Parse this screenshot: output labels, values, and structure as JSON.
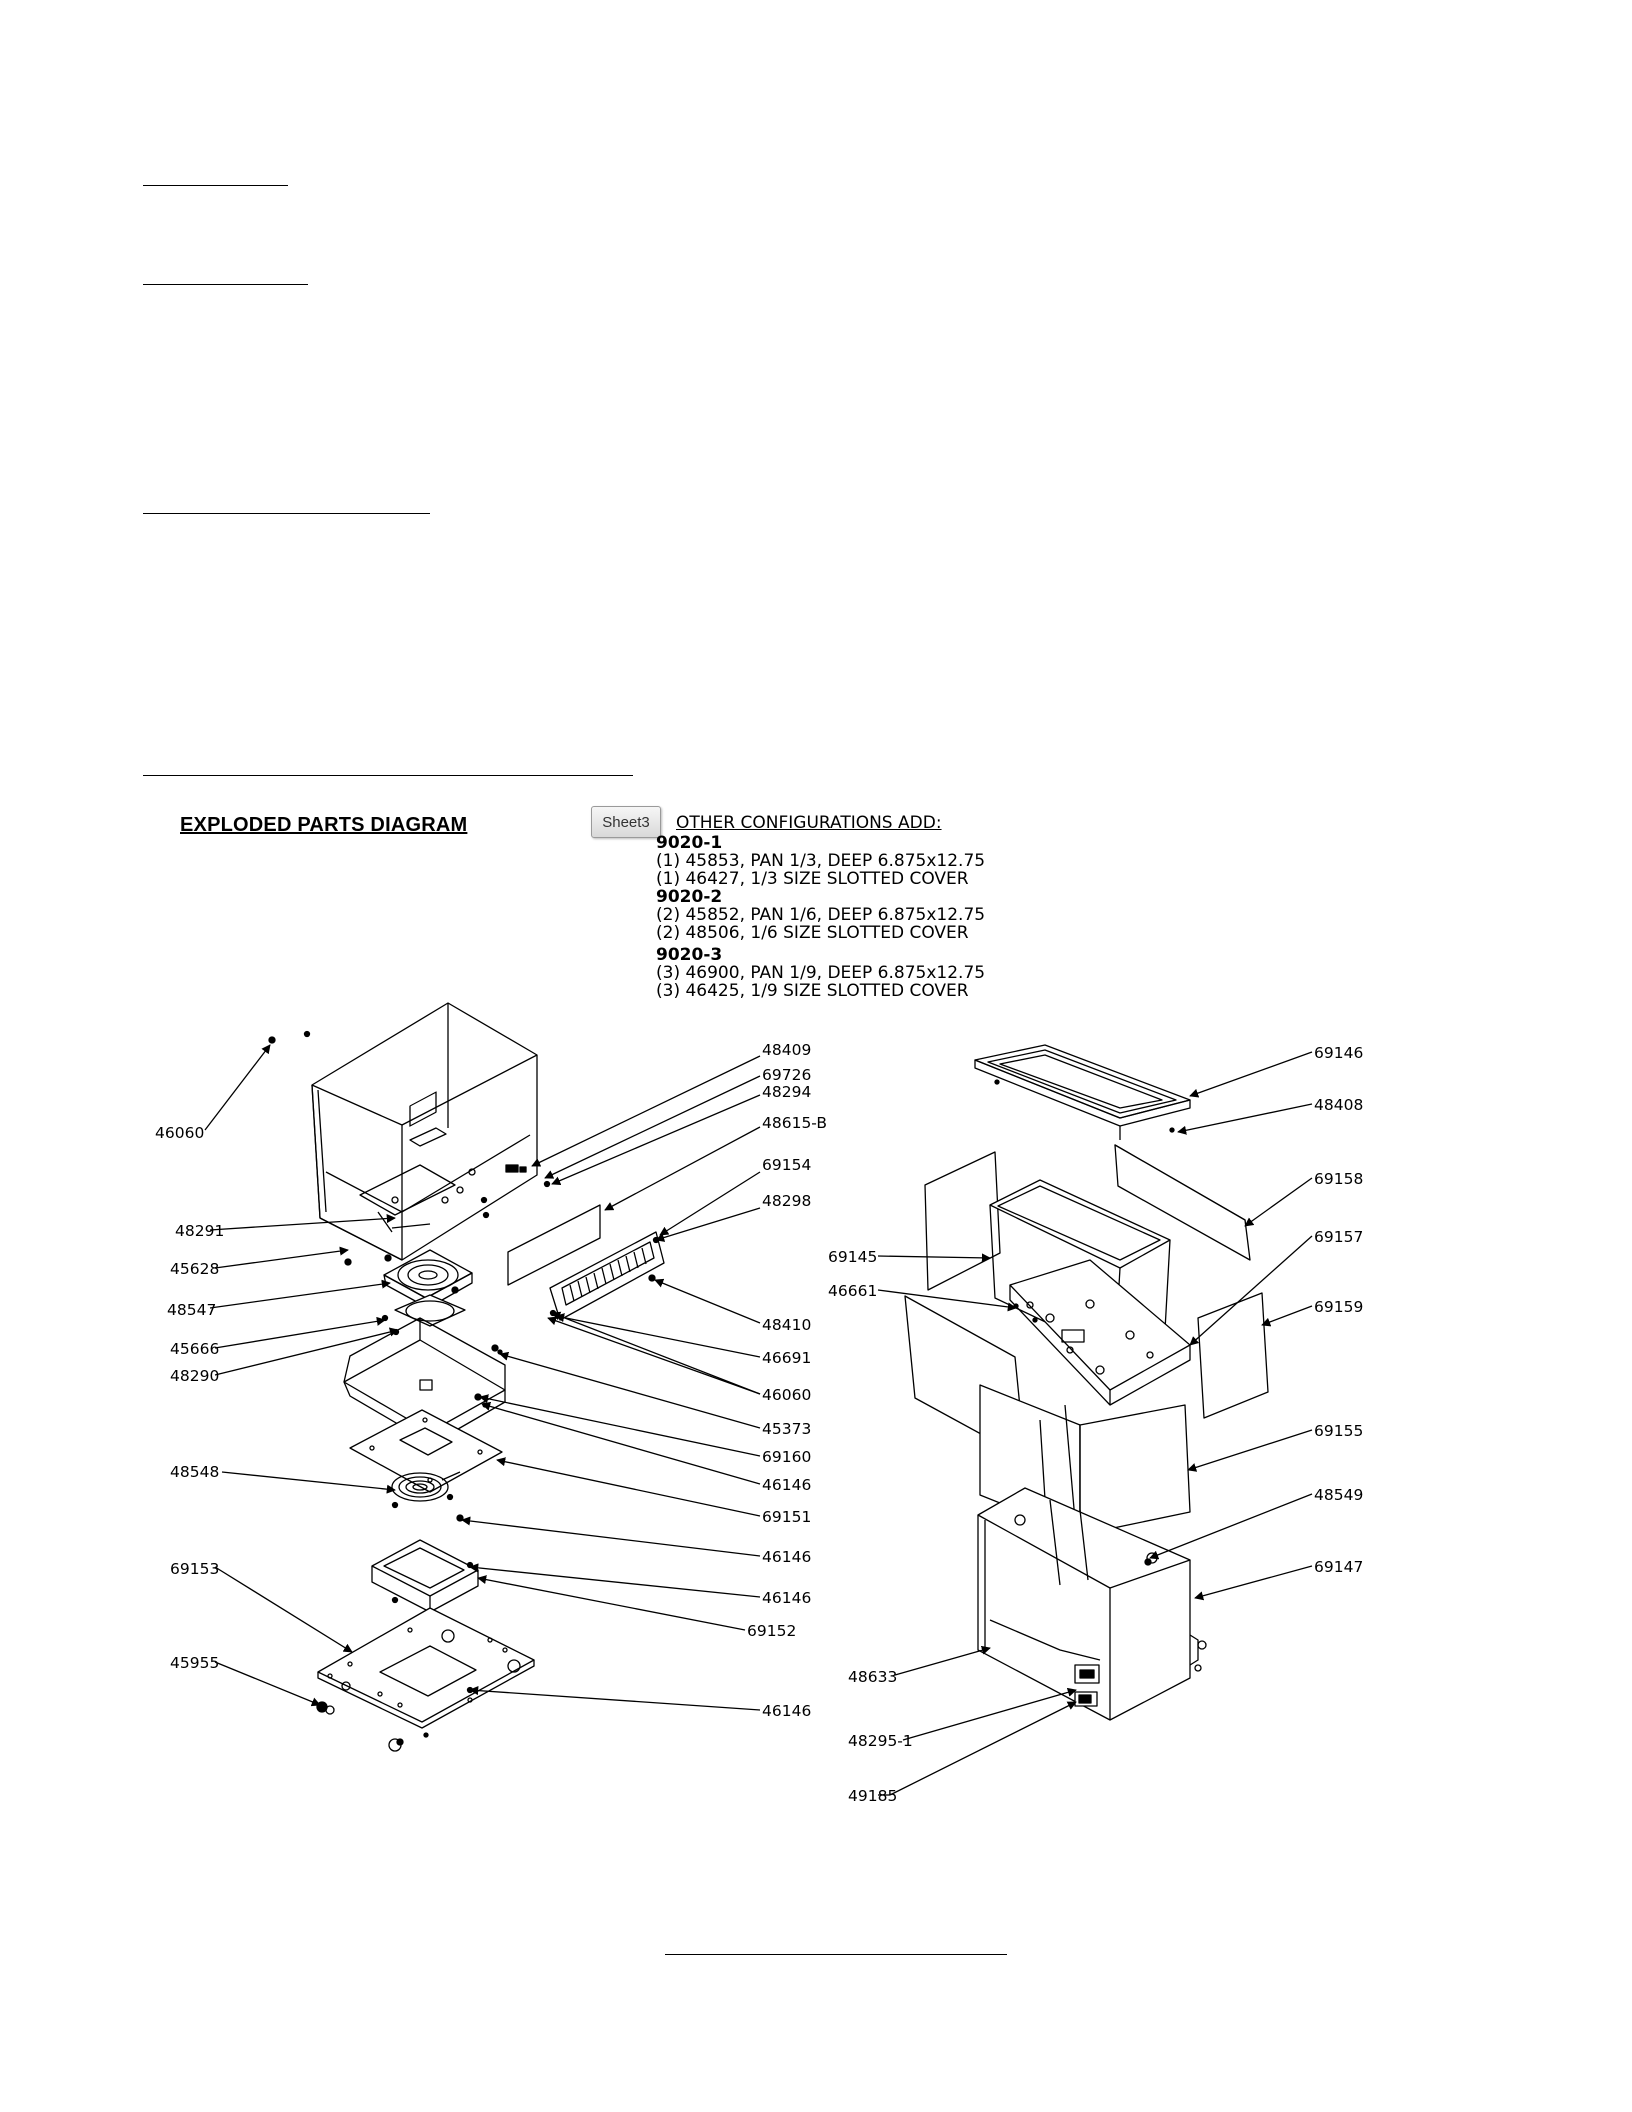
{
  "diagram": {
    "title": "EXPLODED PARTS DIAGRAM",
    "sheet_tab": "Sheet3",
    "configurations": {
      "heading": "OTHER CONFIGURATIONS ADD:",
      "groups": [
        {
          "model": "9020-1",
          "lines": [
            "(1) 45853, PAN 1/3, DEEP 6.875x12.75",
            "(1) 46427, 1/3 SIZE SLOTTED COVER"
          ]
        },
        {
          "model": "9020-2",
          "lines": [
            "(2) 45852, PAN 1/6, DEEP 6.875x12.75",
            "(2) 48506, 1/6 SIZE SLOTTED COVER"
          ]
        },
        {
          "model": "9020-3",
          "lines": [
            "(3) 46900, PAN 1/9, DEEP 6.875x12.75",
            "(3) 46425, 1/9 SIZE SLOTTED COVER"
          ]
        }
      ]
    },
    "callouts": {
      "p46060a": "46060",
      "p48409": "48409",
      "p69726": "69726",
      "p48294": "48294",
      "p48615B": "48615-B",
      "p69154": "69154",
      "p48298": "48298",
      "p48291": "48291",
      "p45628": "45628",
      "p48547": "48547",
      "p45666": "45666",
      "p48290": "48290",
      "p48410": "48410",
      "p46691": "46691",
      "p46060b": "46060",
      "p45373": "45373",
      "p69160": "69160",
      "p46146a": "46146",
      "p48548": "48548",
      "p69151": "69151",
      "p46146b": "46146",
      "p46146c": "46146",
      "p69153": "69153",
      "p69152": "69152",
      "p45955": "45955",
      "p46146d": "46146",
      "p69146": "69146",
      "p48408": "48408",
      "p69158": "69158",
      "p69157": "69157",
      "p69145": "69145",
      "p46661": "46661",
      "p69159": "69159",
      "p69155": "69155",
      "p48549": "48549",
      "p69147": "69147",
      "p48633": "48633",
      "p48295_1": "48295-1",
      "p49185": "49185"
    }
  }
}
